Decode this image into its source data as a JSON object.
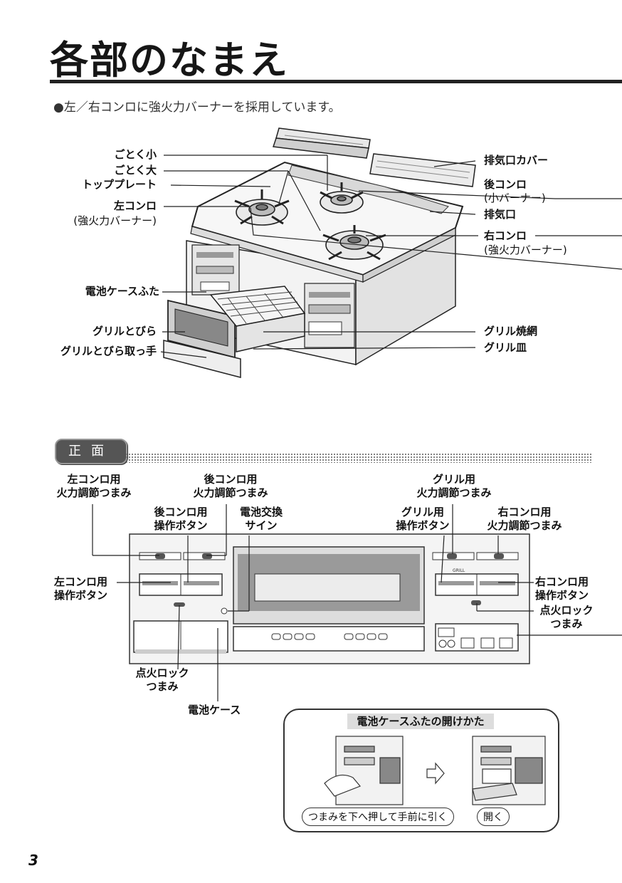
{
  "title": "各部のなまえ",
  "intro": "●左／右コンロに強火力バーナーを採用しています。",
  "top_labels": {
    "gotoku_small": "ごとく小",
    "gotoku_large": "ごとく大",
    "top_plate": "トッププレート",
    "left_stove": "左コンロ",
    "left_stove_sub": "(強火力バーナー)",
    "battery_lid": "電池ケースふた",
    "grill_door": "グリルとびら",
    "grill_door_handle": "グリルとびら取っ手",
    "exhaust_cover": "排気口カバー",
    "rear_stove": "後コンロ",
    "rear_stove_sub": "(小バーナー)",
    "exhaust": "排気口",
    "right_stove": "右コンロ",
    "right_stove_sub": "(強火力バーナー)",
    "grill_net": "グリル焼網",
    "grill_pan": "グリル皿"
  },
  "section_tag": "正面",
  "front_labels": {
    "left_knob_1": "左コンロ用",
    "left_knob_2": "火力調節つまみ",
    "rear_knob_1": "後コンロ用",
    "rear_knob_2": "火力調節つまみ",
    "rear_btn_1": "後コンロ用",
    "rear_btn_2": "操作ボタン",
    "battery_sign_1": "電池交換",
    "battery_sign_2": "サイン",
    "grill_knob_1": "グリル用",
    "grill_knob_2": "火力調節つまみ",
    "grill_btn_1": "グリル用",
    "grill_btn_2": "操作ボタン",
    "right_knob_1": "右コンロ用",
    "right_knob_2": "火力調節つまみ",
    "left_btn_1": "左コンロ用",
    "left_btn_2": "操作ボタン",
    "right_btn_1": "右コンロ用",
    "right_btn_2": "操作ボタン",
    "ignition_lock_r_1": "点火ロック",
    "ignition_lock_r_2": "つまみ",
    "ignition_lock_l_1": "点火ロック",
    "ignition_lock_l_2": "つまみ",
    "battery_case": "電池ケース",
    "panel_grill": "GRILL"
  },
  "howto": {
    "title": "電池ケースふたの開けかた",
    "step1": "つまみを下へ押して手前に引く",
    "step2": "開く"
  },
  "page_number": "3"
}
